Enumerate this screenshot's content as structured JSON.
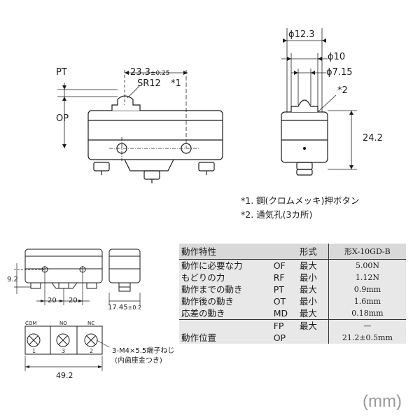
{
  "labels": {
    "pt": "PT",
    "op": "OP",
    "dim_23_3": "23.3",
    "tol_025": "±0.25",
    "sr12": "SR12",
    "note1_mark": "*1",
    "note2_mark": "*2",
    "phi_12_3": "ϕ12.3",
    "phi_10": "ϕ10",
    "phi_7_15": "ϕ7.15",
    "dim_24_2": "24.2",
    "dim_9_2": "9.2",
    "dim_20a": "20",
    "dim_20b": "20",
    "dim_17_45": "17.45",
    "tol_02": "±0.2",
    "dim_49_2": "49.2",
    "term_com": "COM",
    "term_no": "NO",
    "term_nc": "NC",
    "term_1": "1",
    "term_3": "3",
    "term_2": "2",
    "screw_line1": "3-M4×5.5端子ねじ",
    "screw_line2": "(内歯座金つき)"
  },
  "notes": [
    "*1. 鋼(クロムメッキ)押ボタン",
    "*2. 通気孔(3カ所)"
  ],
  "spec_table": {
    "header": {
      "characteristic": "動作特性",
      "form_label": "形式",
      "model": "形X-10GD-B"
    },
    "rows": [
      {
        "name": "動作に必要な力",
        "code": "OF",
        "limit": "最大",
        "value": "5.00N"
      },
      {
        "name": "もどりの力",
        "code": "RF",
        "limit": "最小",
        "value": "1.12N"
      },
      {
        "name": "動作までの動き",
        "code": "PT",
        "limit": "最大",
        "value": "0.9mm"
      },
      {
        "name": "動作後の動き",
        "code": "OT",
        "limit": "最小",
        "value": "1.6mm"
      },
      {
        "name": "応差の動き",
        "code": "MD",
        "limit": "最大",
        "value": "0.18mm"
      }
    ],
    "position": {
      "name": "動作位置",
      "code_fp": "FP",
      "limit_fp": "最大",
      "value_fp": "—",
      "code_op": "OP",
      "value_op": "21.2±0.5mm"
    }
  },
  "units": "(mm)"
}
